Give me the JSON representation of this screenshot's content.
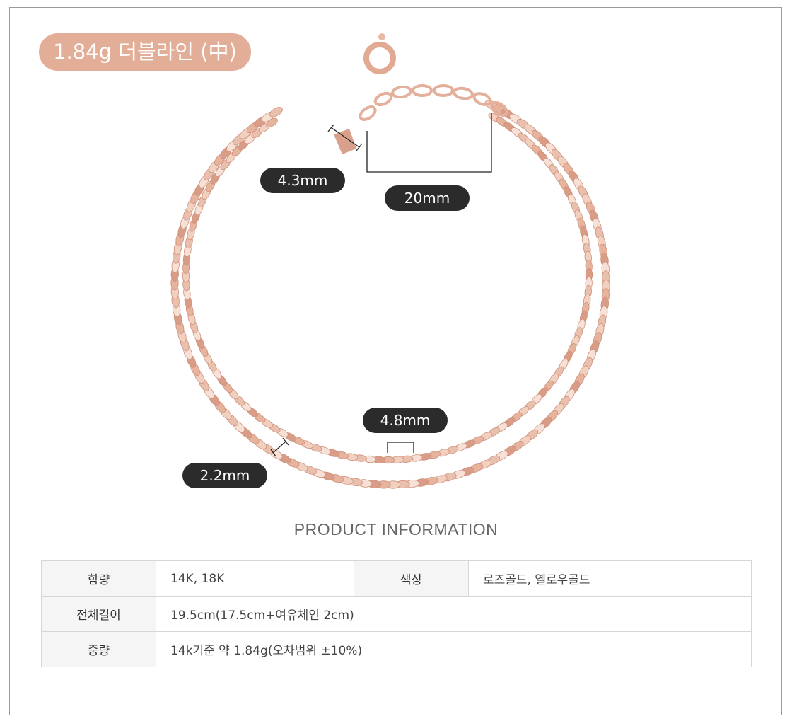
{
  "title": "1.84g 더블라인 (中)",
  "colors": {
    "title_pill": "#e2ae98",
    "dim_pill": "#2b2b2b",
    "rose_gold": "#e6b7a2"
  },
  "dimensions": {
    "pendant": "4.3mm",
    "extension": "20mm",
    "link": "4.8mm",
    "chain_width": "2.2mm"
  },
  "section_title": "PRODUCT INFORMATION",
  "info": {
    "row1": {
      "label1": "함량",
      "value1": "14K, 18K",
      "label2": "색상",
      "value2": "로즈골드, 옐로우골드"
    },
    "row2": {
      "label": "전체길이",
      "value": "19.5cm(17.5cm+여유체인 2cm)"
    },
    "row3": {
      "label": "중량",
      "value": "14k기준 약 1.84g(오차범위 ±10%)"
    }
  }
}
